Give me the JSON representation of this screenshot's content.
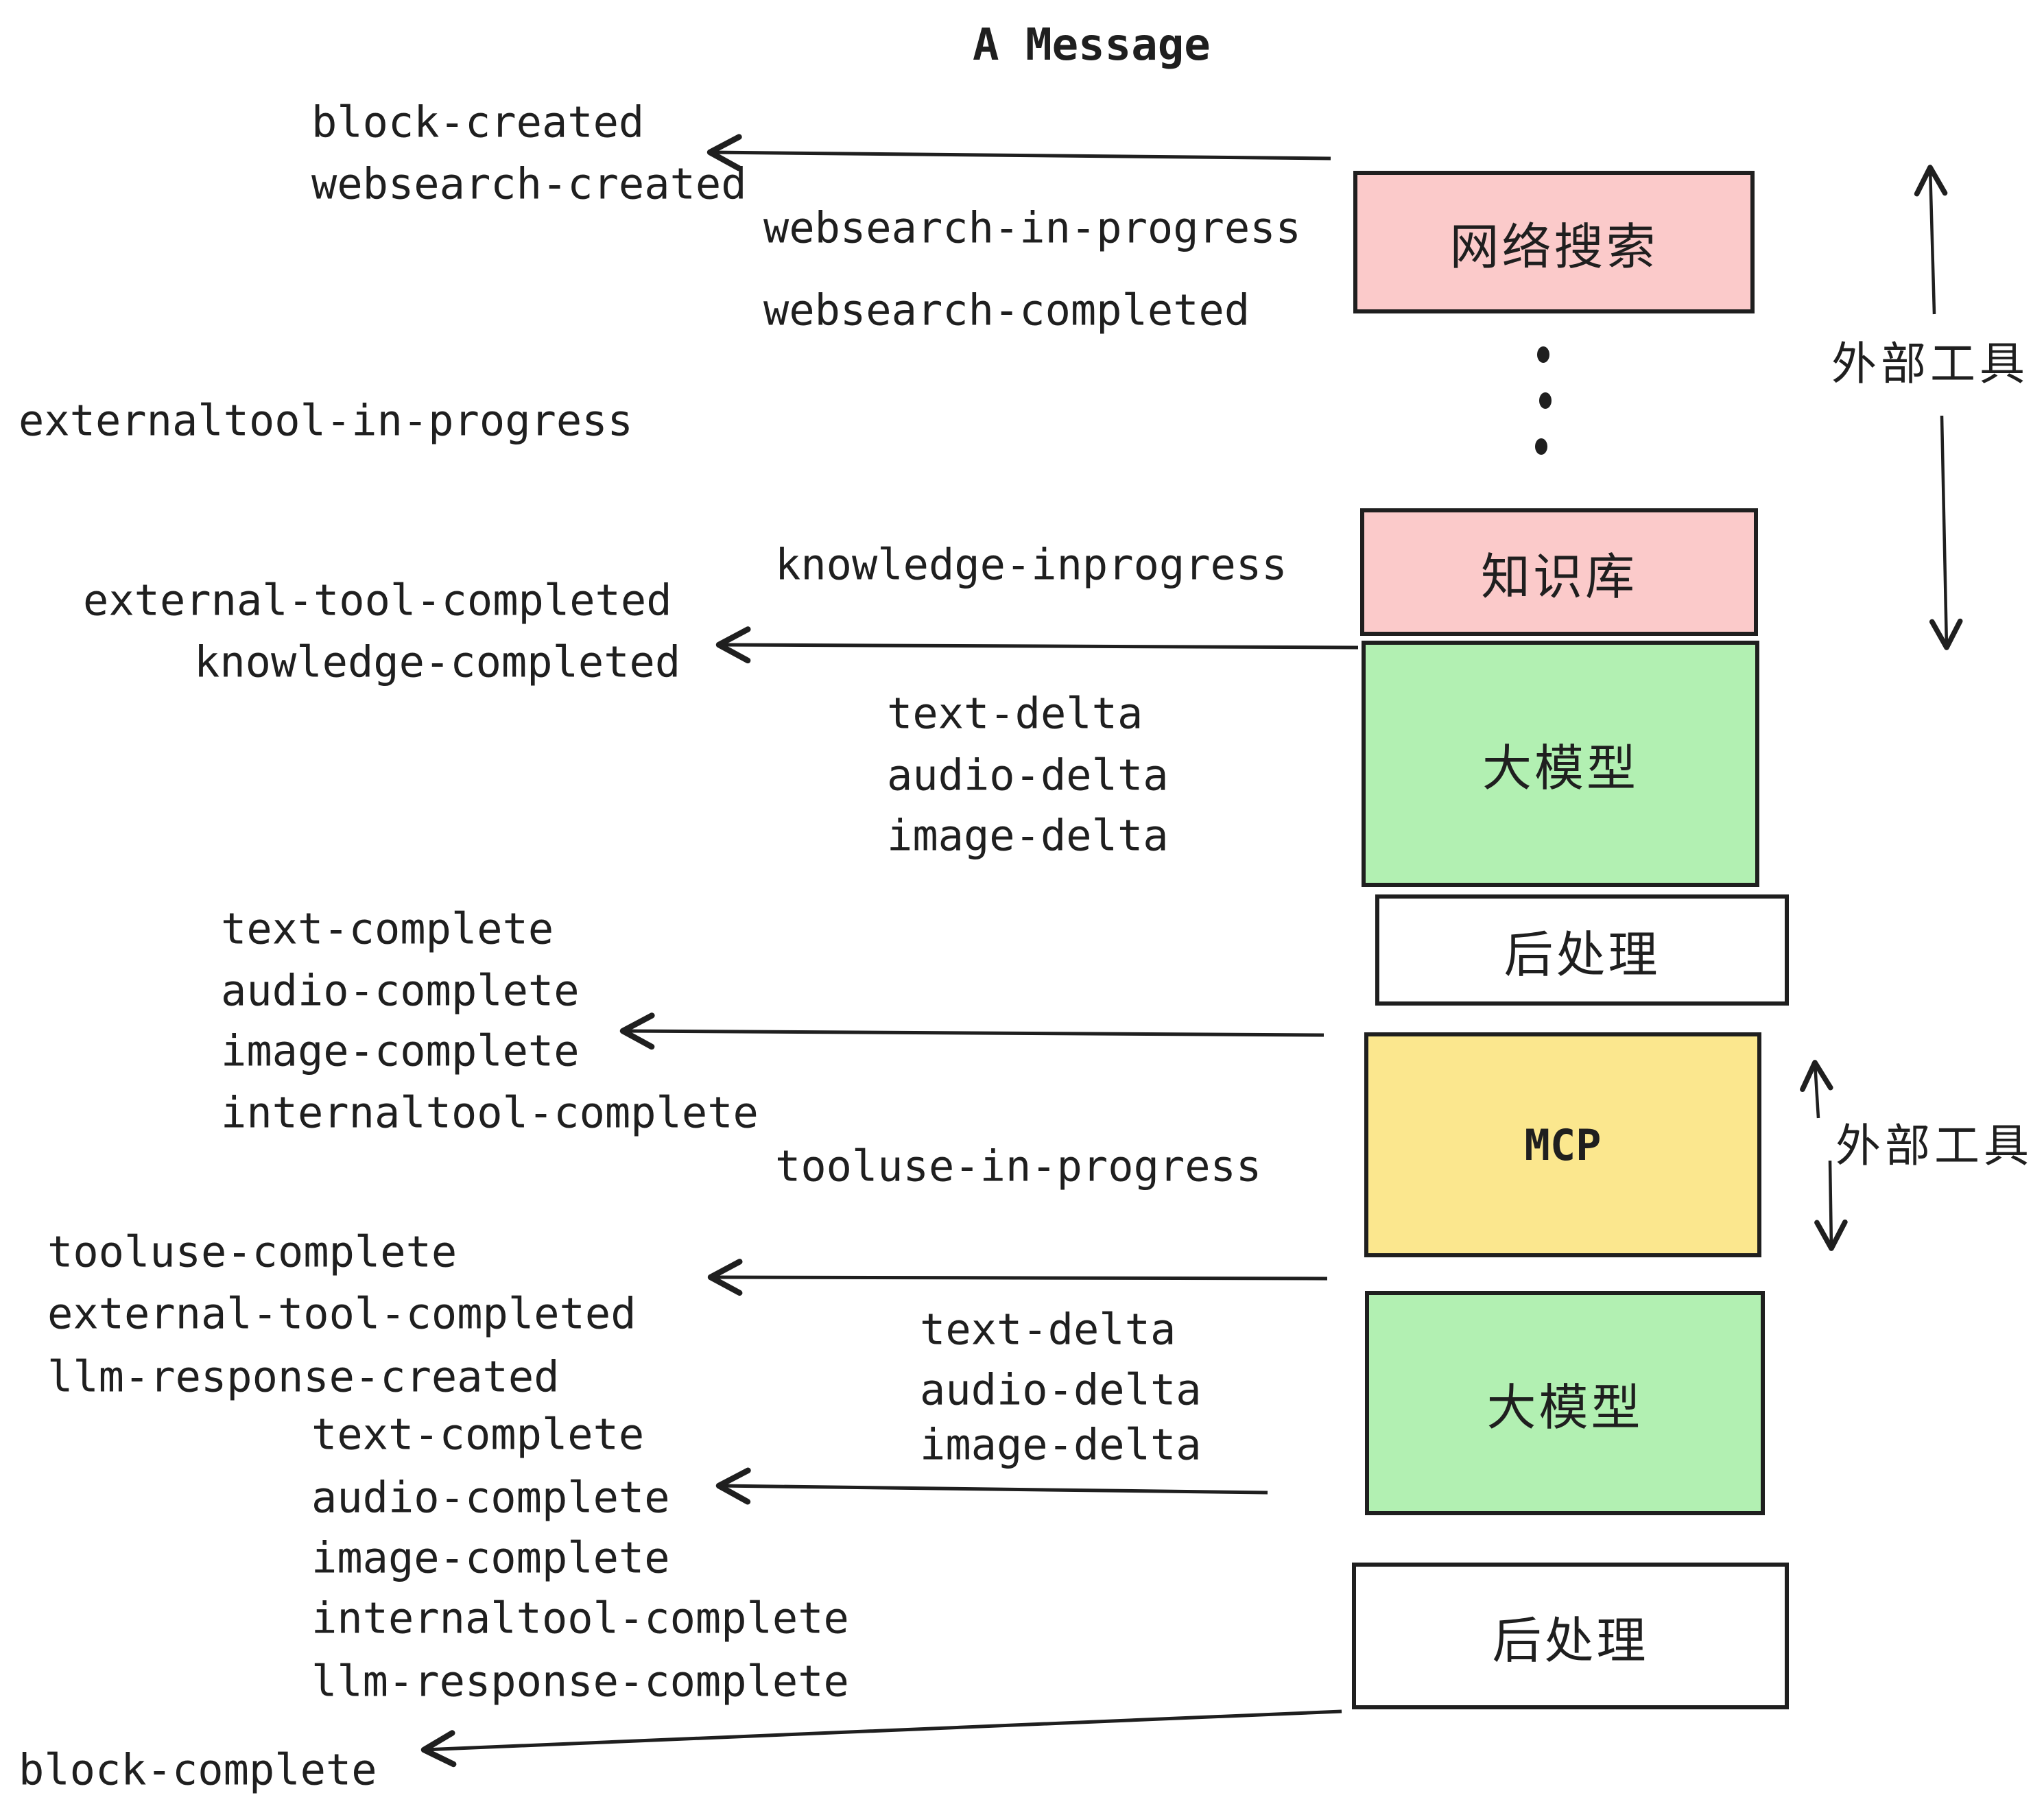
{
  "title": "A Message",
  "colors": {
    "pink": "#fbcaca",
    "green": "#b2f0b2",
    "yellow": "#fbe78e",
    "white": "#ffffff",
    "stroke": "#1f1f1f"
  },
  "events": {
    "block_created": "block-created",
    "websearch_created": "websearch-created",
    "websearch_in_progress": "websearch-in-progress",
    "websearch_completed": "websearch-completed",
    "externaltool_in_progress": "externaltool-in-progress",
    "knowledge_inprogress": "knowledge-inprogress",
    "external_tool_completed": "external-tool-completed",
    "knowledge_completed": "knowledge-completed",
    "text_delta": "text-delta",
    "audio_delta": "audio-delta",
    "image_delta": "image-delta",
    "text_complete": "text-complete",
    "audio_complete": "audio-complete",
    "image_complete": "image-complete",
    "internaltool_complete": "internaltool-complete",
    "tooluse_in_progress": "tooluse-in-progress",
    "tooluse_complete": "tooluse-complete",
    "external_tool_completed_2": "external-tool-completed",
    "llm_response_created": "llm-response-created",
    "text_complete_2": "text-complete",
    "audio_complete_2": "audio-complete",
    "text_delta_2": "text-delta",
    "audio_delta_2": "audio-delta",
    "image_delta_2": "image-delta",
    "image_complete_2": "image-complete",
    "internaltool_complete_2": "internaltool-complete",
    "llm_response_complete": "llm-response-complete",
    "block_complete": "block-complete"
  },
  "boxes": {
    "websearch": "网络搜索",
    "knowledge": "知识库",
    "llm_1": "大模型",
    "postprocess_1": "后处理",
    "mcp": "MCP",
    "llm_2": "大模型",
    "postprocess_2": "后处理"
  },
  "annotations": {
    "external_tools_1": "外部工具",
    "external_tools_2": "外部工具"
  }
}
